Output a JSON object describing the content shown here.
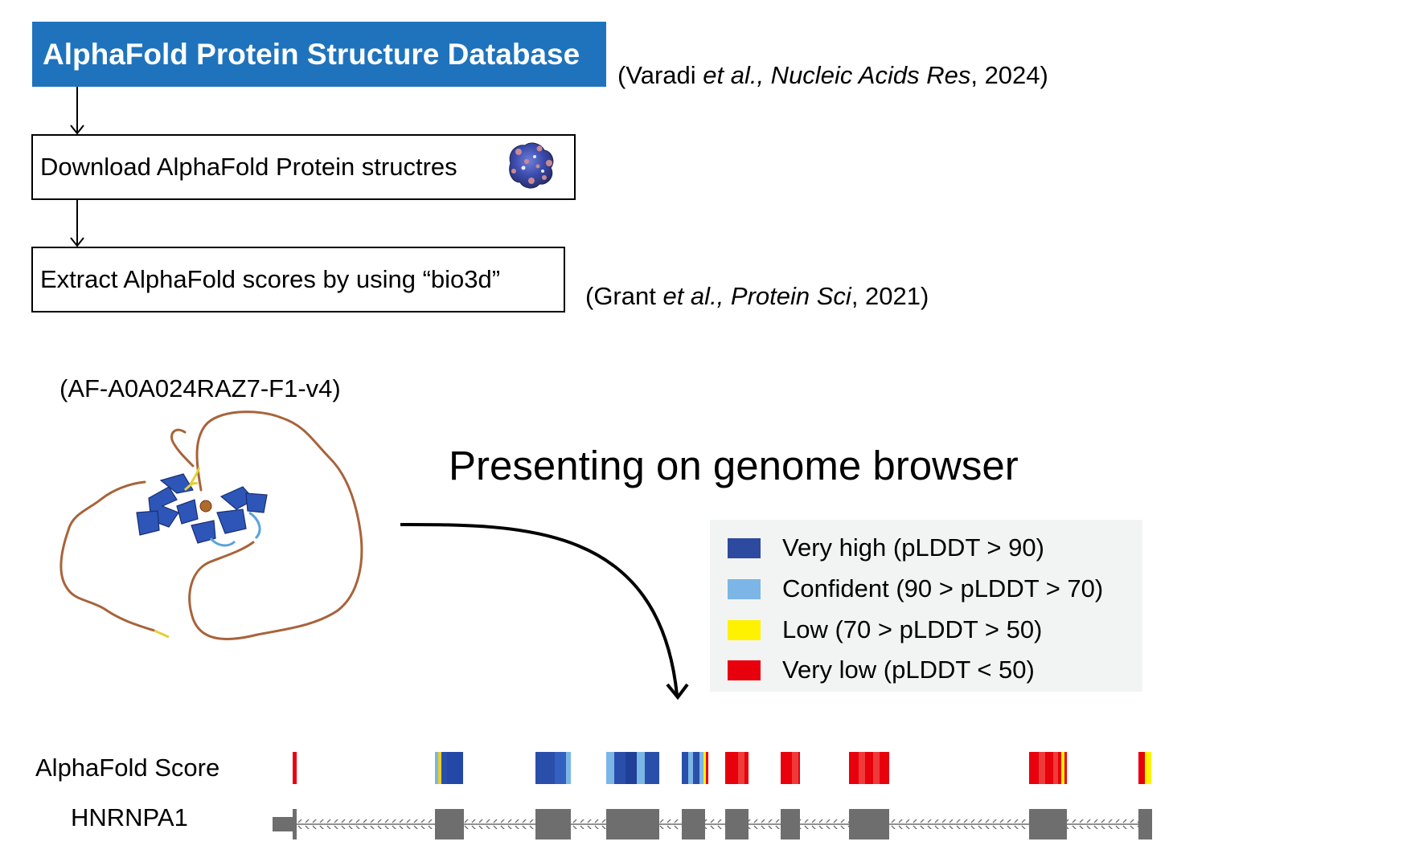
{
  "header": {
    "title": "AlphaFold Protein Structure Database",
    "citation": {
      "prefix": "(Varadi ",
      "italic": "et al., Nucleic Acids Res",
      "suffix": ", 2024)"
    }
  },
  "steps": [
    {
      "label": "Download AlphaFold Protein structres"
    },
    {
      "label": "Extract AlphaFold scores by using  “bio3d”"
    }
  ],
  "citation2": {
    "prefix": "(Grant ",
    "italic": "et al., Protein Sci",
    "suffix": ", 2021)"
  },
  "structure": {
    "id_label": "(AF-A0A024RAZ7-F1-v4)"
  },
  "browser_heading": "Presenting on genome browser",
  "legend": [
    {
      "label": "Very high (pLDDT > 90)",
      "color": "#2e4aa0"
    },
    {
      "label": "Confident (90 > pLDDT > 70)",
      "color": "#7cb6e6"
    },
    {
      "label": "Low (70 > pLDDT > 50)",
      "color": "#fff200"
    },
    {
      "label": "Very low (pLDDT < 50)",
      "color": "#e8000c"
    }
  ],
  "tracks": {
    "score_label": "AlphaFold Score",
    "gene_label": "HNRNPA1"
  }
}
